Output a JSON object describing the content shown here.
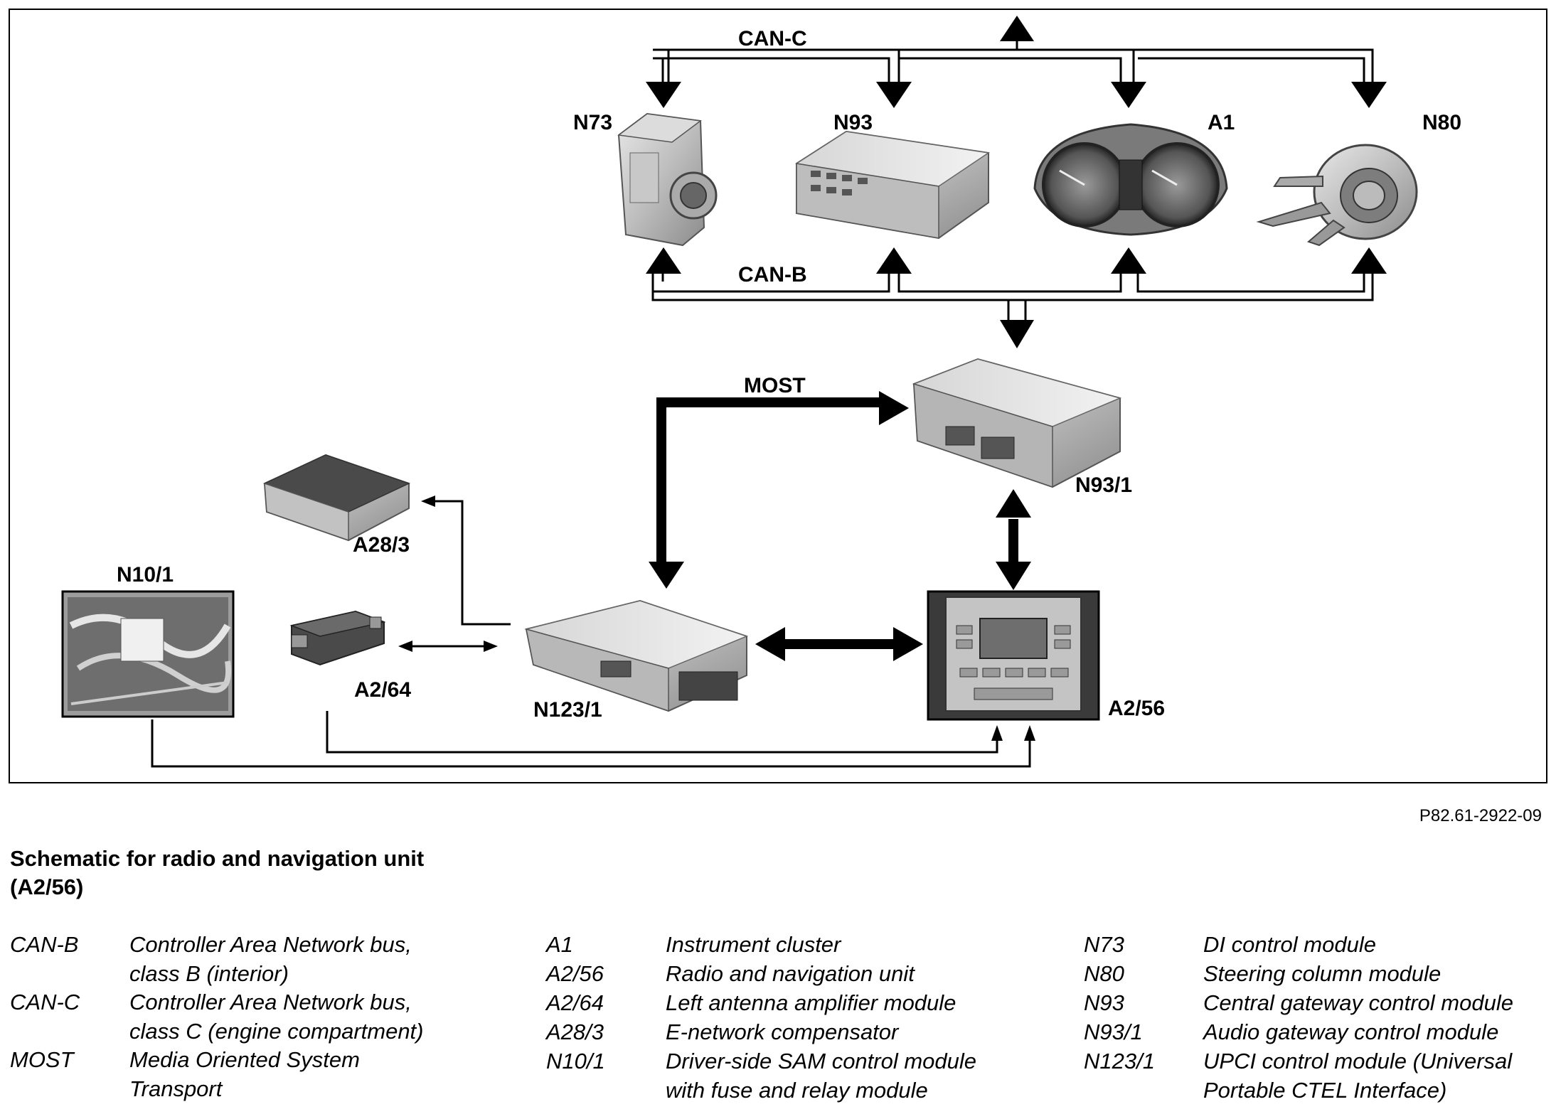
{
  "diagram": {
    "bus_labels": {
      "can_c": "CAN-C",
      "can_b": "CAN-B",
      "most": "MOST"
    },
    "components": {
      "n73": "N73",
      "n93": "N93",
      "a1": "A1",
      "n80": "N80",
      "n93_1": "N93/1",
      "a28_3": "A28/3",
      "n10_1": "N10/1",
      "a2_64": "A2/64",
      "n123_1": "N123/1",
      "a2_56": "A2/56"
    },
    "reference_code": "P82.61-2922-09"
  },
  "caption": {
    "title_line1": "Schematic for radio and navigation unit",
    "title_line2": "(A2/56)"
  },
  "legend": {
    "col1": [
      {
        "code": "CAN-B",
        "line1": "Controller Area Network bus,",
        "line2": "class B (interior)"
      },
      {
        "code": "CAN-C",
        "line1": "Controller Area Network bus,",
        "line2": "class C (engine compartment)"
      },
      {
        "code": "MOST",
        "line1": "Media Oriented System",
        "line2": "Transport"
      }
    ],
    "col2": [
      {
        "code": "A1",
        "line1": "Instrument cluster"
      },
      {
        "code": "A2/56",
        "line1": "Radio and navigation unit"
      },
      {
        "code": "A2/64",
        "line1": "Left antenna amplifier module"
      },
      {
        "code": "A28/3",
        "line1": "E-network compensator"
      },
      {
        "code": "N10/1",
        "line1": "Driver-side SAM control module",
        "line2": "with fuse and relay module"
      }
    ],
    "col3": [
      {
        "code": "N73",
        "line1": "DI control module"
      },
      {
        "code": "N80",
        "line1": "Steering column module"
      },
      {
        "code": "N93",
        "line1": "Central gateway control module"
      },
      {
        "code": "N93/1",
        "line1": "Audio gateway control module"
      },
      {
        "code": "N123/1",
        "line1": "UPCI control module (Universal",
        "line2": "Portable CTEL Interface)"
      }
    ]
  }
}
